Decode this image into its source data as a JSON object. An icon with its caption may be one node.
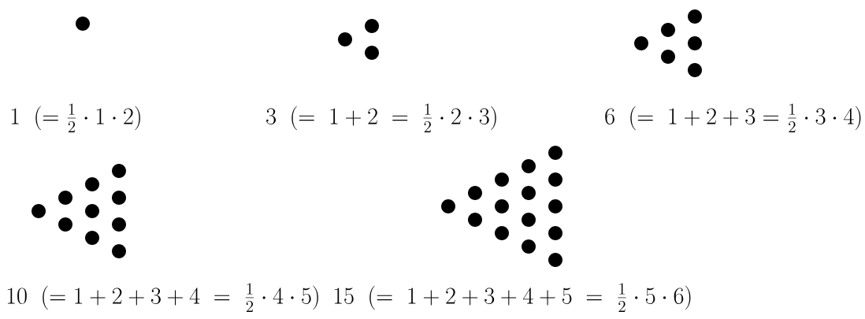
{
  "diagram": {
    "labels": [
      "1\\ \\ (=\\frac{1}{2}\\cdot 1\\cdot 2)",
      "3\\ \\ (=\\ 1+2\\ =\\ \\frac{1}{2}\\cdot 2\\cdot 3)",
      "6\\ \\ (=\\ 1+2+3=\\frac{1}{2}\\cdot 3\\cdot 4)",
      "10\\ \\ (=1+2+3+4\\ =\\ \\frac{1}{2}\\cdot 4\\cdot 5)",
      "15\\ \\ (=\\ 1+2+3+4+5\\ =\\ \\frac{1}{2}\\cdot 5\\cdot 6)"
    ]
  }
}
